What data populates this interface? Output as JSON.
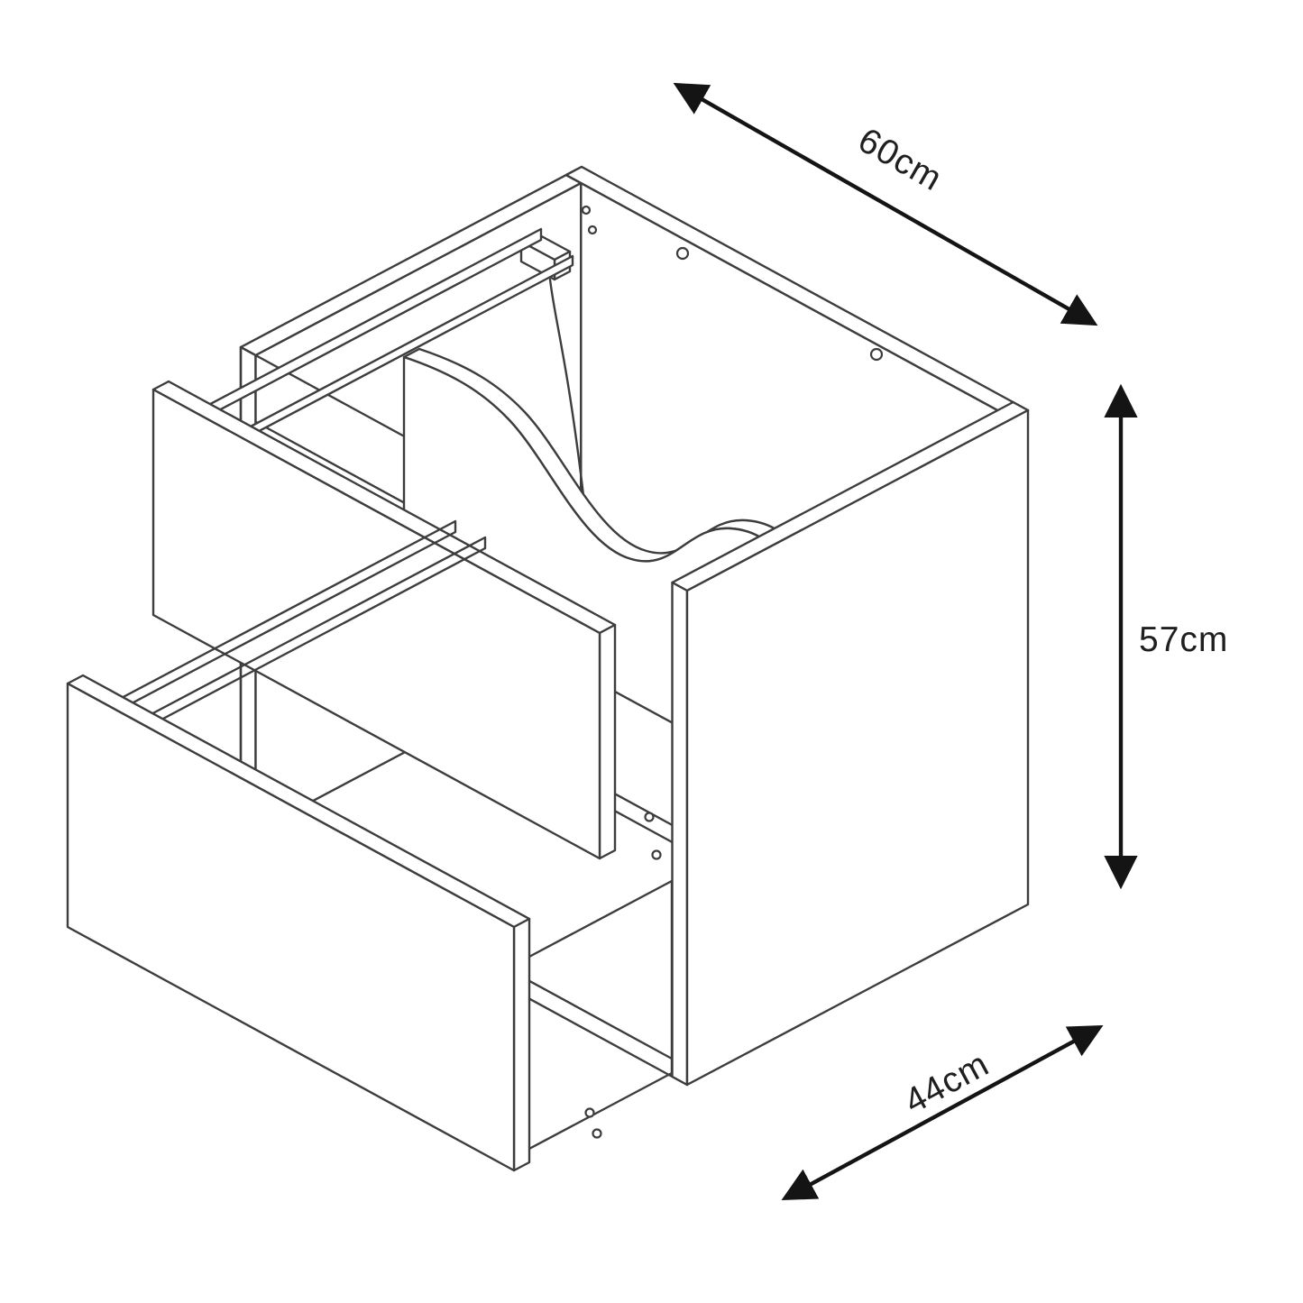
{
  "diagram": {
    "title": "vanity-cabinet-technical-drawing",
    "dimensions": {
      "width": {
        "label": "60cm"
      },
      "height": {
        "label": "57cm"
      },
      "depth": {
        "label": "44cm"
      }
    },
    "colors": {
      "line": "#3d3d3d",
      "arrow": "#141414",
      "text": "#1f1f1f",
      "background": "#ffffff"
    }
  }
}
